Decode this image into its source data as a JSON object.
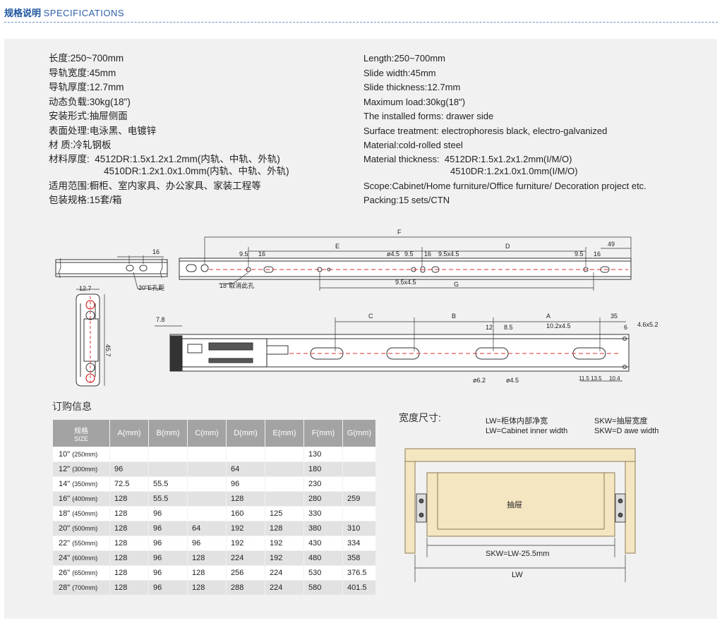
{
  "header": {
    "title_cn": "规格说明",
    "title_en": "SPECIFICATIONS"
  },
  "specs_cn": [
    "长度:250~700mm",
    "导轨宽度:45mm",
    "导轨厚度:12.7mm",
    "动态负载:30kg(18\")",
    "安装形式:抽屉侧面",
    "表面处理:电泳黑、电镀锌",
    "材 质:冷轧钢板",
    "材料厚度:  4512DR:1.5x1.2x1.2mm(内轨、中轨、外轨)",
    "4510DR:1.2x1.0x1.0mm(内轨、中轨、外轨)",
    "适用范围:橱柜、室内家具、办公家具、家装工程等",
    "包装规格:15套/箱"
  ],
  "specs_en": [
    "Length:250~700mm",
    "Slide width:45mm",
    "Slide thickness:12.7mm",
    "Maximum load:30kg(18\")",
    "The installed forms: drawer side",
    "Surface treatment: electrophoresis black, electro-galvanized",
    "Material:cold-rolled steel",
    "Material thickness:  4512DR:1.5x1.2x1.2mm(I/M/O)",
    "4510DR:1.2x1.0x1.0mm(I/M/O)",
    "Scope:Cabinet/Home furniture/Office furniture/ Decoration project etc.",
    "Packing:15 sets/CTN"
  ],
  "diagram_labels": {
    "d16a": "16",
    "hole20": "20\"E孔距",
    "w127": "12.7",
    "h457": "45.7",
    "F": "F",
    "E": "E",
    "D": "D",
    "G": "G",
    "d49": "49",
    "d95a": "9.5",
    "d16b": "16",
    "p45": "ø4.5",
    "d95b": "9.5",
    "d16c": "16",
    "s95x45a": "9.5x4.5",
    "d95c": "9.5",
    "d16d": "16",
    "s95x45b": "9.5x4.5",
    "cancel18": "18\"取消此孔",
    "d78": "7.8",
    "C": "C",
    "B": "B",
    "A": "A",
    "d35": "35",
    "d12": "12",
    "d85": "8.5",
    "s102x45": "10.2x4.5",
    "d6": "6",
    "s46x52": "4.6x5.2",
    "p62": "ø6.2",
    "p45b": "ø4.5",
    "d115": "11.5",
    "d135": "13.5",
    "d104": "10.4"
  },
  "order": {
    "title": "订购信息",
    "headers": [
      "规格 SIZE",
      "A(mm)",
      "B(mm)",
      "C(mm)",
      "D(mm)",
      "E(mm)",
      "F(mm)",
      "G(mm)"
    ],
    "header_size_cn": "规格",
    "header_size_en": "SIZE",
    "rows": [
      [
        "10\"",
        "(250mm)",
        "",
        "",
        "",
        "",
        "",
        "130",
        ""
      ],
      [
        "12\"",
        "(300mm)",
        "96",
        "",
        "",
        "64",
        "",
        "180",
        ""
      ],
      [
        "14\"",
        "(350mm)",
        "72.5",
        "55.5",
        "",
        "96",
        "",
        "230",
        ""
      ],
      [
        "16\"",
        "(400mm)",
        "128",
        "55.5",
        "",
        "128",
        "",
        "280",
        "259"
      ],
      [
        "18\"",
        "(450mm)",
        "128",
        "96",
        "",
        "160",
        "125",
        "330",
        ""
      ],
      [
        "20\"",
        "(500mm)",
        "128",
        "96",
        "64",
        "192",
        "128",
        "380",
        "310"
      ],
      [
        "22\"",
        "(550mm)",
        "128",
        "96",
        "96",
        "192",
        "192",
        "430",
        "334"
      ],
      [
        "24\"",
        "(600mm)",
        "128",
        "96",
        "128",
        "224",
        "192",
        "480",
        "358"
      ],
      [
        "26\"",
        "(650mm)",
        "128",
        "96",
        "128",
        "256",
        "224",
        "530",
        "376.5"
      ],
      [
        "28\"",
        "(700mm)",
        "128",
        "96",
        "128",
        "288",
        "224",
        "580",
        "401.5"
      ]
    ]
  },
  "width": {
    "title": "宽度尺寸:",
    "lw_cn": "LW=柜体内部净宽",
    "lw_en": "LW=Cabinet inner width",
    "skw_cn": "SKW=抽屉宽度",
    "skw_en": "SKW=D awe  width",
    "drawer": "抽屉",
    "skw_formula": "SKW=LW-25.5mm",
    "lw": "LW"
  },
  "colors": {
    "header_blue": "#1e56a0",
    "panel": "#f1f1f1",
    "table_head": "#a3a3a3",
    "wood": "#f5e6c2",
    "red_dash": "#e03030"
  }
}
